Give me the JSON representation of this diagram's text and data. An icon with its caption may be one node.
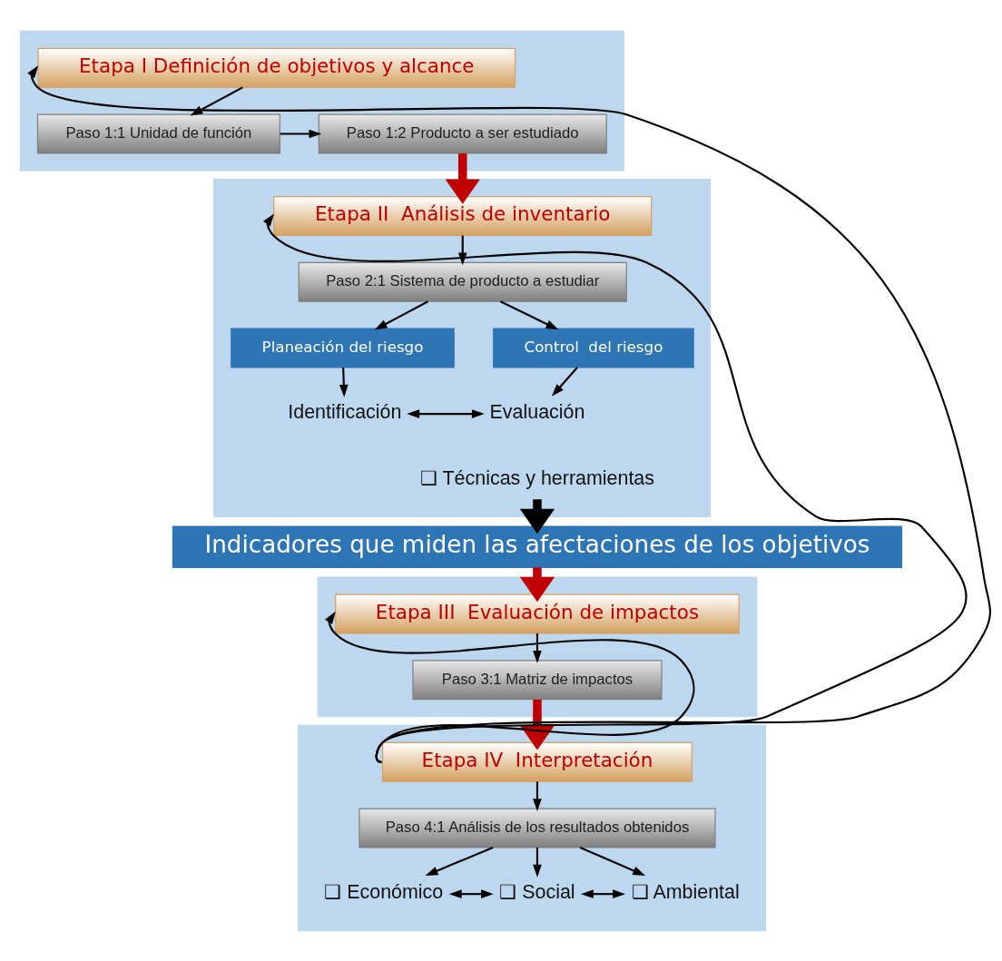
{
  "diagram": {
    "nodes": [
      {
        "text": [],
        "shape": "box"
      },
      {
        "text": [
          "Etapa I Definición de objetivos y alcance"
        ],
        "in": 0
      },
      {
        "text": [
          "Paso 1:1 Unidad de función"
        ],
        "in": 0
      },
      {
        "text": [
          "Paso 1:2 Producto a ser estudiado"
        ],
        "in": 0
      },
      {
        "text": [],
        "shape": "box"
      },
      {
        "text": [
          "Etapa II  Análisis de inventario"
        ],
        "in": 4
      },
      {
        "text": [
          "Paso 2:1 Sistema de producto a estudiar"
        ],
        "in": 4
      },
      {
        "text": [
          "Planeación del riesgo"
        ],
        "in": 4
      },
      {
        "text": [
          "Control  del riesgo"
        ],
        "in": 4
      },
      {
        "text": [
          "Identificación"
        ],
        "in": 4
      },
      {
        "text": [
          "Evaluación"
        ],
        "in": 4
      },
      {
        "text": [
          "❑ Técnicas y herramientas"
        ],
        "in": 4
      },
      {
        "text": [
          "Indicadores que miden las afectaciones de los objetivos"
        ]
      },
      {
        "text": [],
        "shape": "box"
      },
      {
        "text": [
          "Etapa III  Evaluación de impactos"
        ],
        "in": 13
      },
      {
        "text": [
          "Paso 3:1 Matriz de impactos"
        ],
        "in": 13
      },
      {
        "text": [],
        "shape": "box"
      },
      {
        "text": [
          "Etapa IV  Interpretación"
        ],
        "in": 16
      },
      {
        "text": [
          "Paso 4:1 Análisis de los resultados obtenidos"
        ],
        "in": 16
      },
      {
        "text": [
          "❑ Económico"
        ],
        "in": 16
      },
      {
        "text": [
          "❑ Social"
        ],
        "in": 16
      },
      {
        "text": [
          "❑ Ambiental"
        ],
        "in": 16
      }
    ],
    "edges": [
      {
        "from": 1,
        "to": 2,
        "arrow": "to"
      },
      {
        "from": 2,
        "to": 3,
        "arrow": "to"
      },
      {
        "from": 3,
        "to": 5,
        "arrow": "to",
        "style": "thick",
        "color": "#c00000"
      },
      {
        "from": 5,
        "to": 6,
        "arrow": "to"
      },
      {
        "from": 6,
        "to": 7,
        "arrow": "to"
      },
      {
        "from": 6,
        "to": 8,
        "arrow": "to"
      },
      {
        "from": 7,
        "to": 9,
        "arrow": "to"
      },
      {
        "from": 8,
        "to": 10,
        "arrow": "to"
      },
      {
        "from": 9,
        "to": 10,
        "arrow": "both"
      },
      {
        "from": 11,
        "to": 12,
        "arrow": "to",
        "style": "thick"
      },
      {
        "from": 12,
        "to": 14,
        "arrow": "to",
        "style": "thick",
        "color": "#c00000"
      },
      {
        "from": 14,
        "to": 15,
        "arrow": "to"
      },
      {
        "from": 15,
        "to": 17,
        "arrow": "to",
        "style": "thick",
        "color": "#c00000"
      },
      {
        "from": 17,
        "to": 18,
        "arrow": "to"
      },
      {
        "from": 18,
        "to": 19,
        "arrow": "to"
      },
      {
        "from": 18,
        "to": 20,
        "arrow": "to"
      },
      {
        "from": 18,
        "to": 21,
        "arrow": "to"
      },
      {
        "from": 19,
        "to": 20,
        "arrow": "both"
      },
      {
        "from": 20,
        "to": 21,
        "arrow": "both"
      },
      {
        "from": 17,
        "to": 1,
        "arrow": "to"
      },
      {
        "from": 17,
        "to": 5,
        "arrow": "to"
      },
      {
        "from": 17,
        "to": 14,
        "arrow": "to"
      }
    ]
  }
}
